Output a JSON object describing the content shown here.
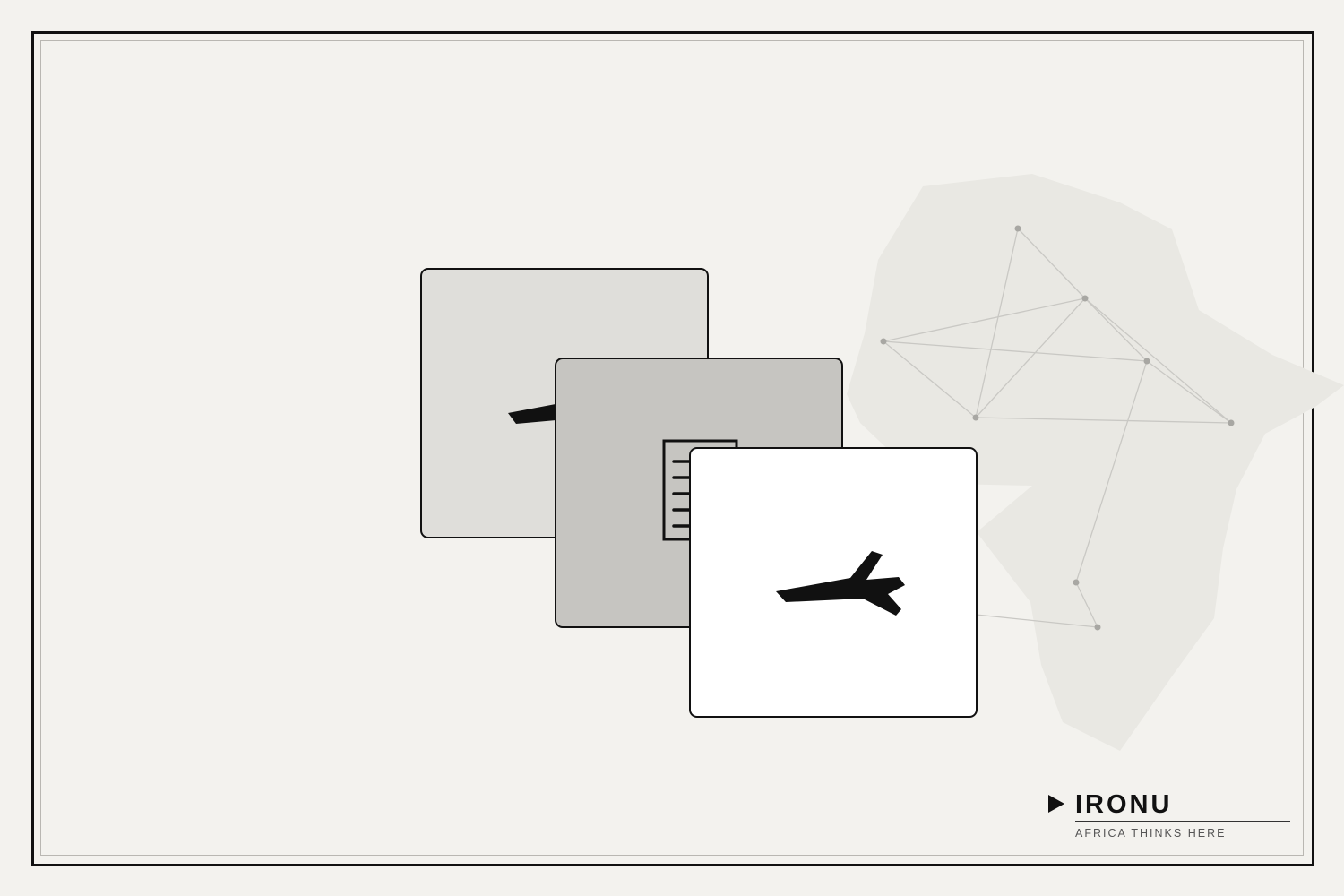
{
  "brand": {
    "name": "IRONU",
    "tagline": "AFRICA THINKS HERE"
  },
  "colors": {
    "background": "#f3f2ee",
    "frame": "#111111",
    "inner_frame": "#b9b7b2",
    "africa_fill": "#e9e8e3",
    "network_line": "#c9c8c4",
    "network_node": "#a8a7a3",
    "card_back": "#dfdeda",
    "card_middle": "#c6c5c1",
    "card_front": "#ffffff",
    "icon": "#111111"
  },
  "cards": [
    {
      "id": "back",
      "icon": "airplane-icon"
    },
    {
      "id": "middle",
      "icon": "document-icon"
    },
    {
      "id": "front",
      "icon": "airplane-icon"
    }
  ],
  "decorations": {
    "map": "africa-map-silhouette",
    "network": "connected-nodes-network",
    "logo_mark": "play-arrow-icon"
  }
}
